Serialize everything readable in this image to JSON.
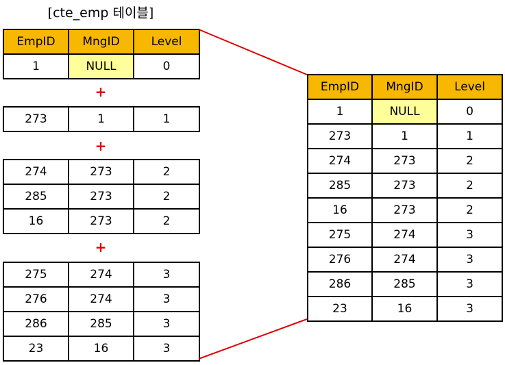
{
  "title": "[cte_emp 테이블]",
  "headers": [
    "EmpID",
    "MngID",
    "Level"
  ],
  "plus_sign": "+",
  "anchor": {
    "rows": [
      [
        "1",
        "NULL",
        "0"
      ]
    ]
  },
  "steps": [
    {
      "rows": [
        [
          "273",
          "1",
          "1"
        ]
      ]
    },
    {
      "rows": [
        [
          "274",
          "273",
          "2"
        ],
        [
          "285",
          "273",
          "2"
        ],
        [
          "16",
          "273",
          "2"
        ]
      ]
    },
    {
      "rows": [
        [
          "275",
          "274",
          "3"
        ],
        [
          "276",
          "274",
          "3"
        ],
        [
          "286",
          "285",
          "3"
        ],
        [
          "23",
          "16",
          "3"
        ]
      ]
    }
  ],
  "result": {
    "rows": [
      [
        "1",
        "NULL",
        "0"
      ],
      [
        "273",
        "1",
        "1"
      ],
      [
        "274",
        "273",
        "2"
      ],
      [
        "285",
        "273",
        "2"
      ],
      [
        "16",
        "273",
        "2"
      ],
      [
        "275",
        "274",
        "3"
      ],
      [
        "276",
        "274",
        "3"
      ],
      [
        "286",
        "285",
        "3"
      ],
      [
        "23",
        "16",
        "3"
      ]
    ]
  },
  "colors": {
    "header_bg": "#f8b800",
    "null_cell_bg": "#ffff99",
    "plus_and_connector": "#e00000"
  }
}
